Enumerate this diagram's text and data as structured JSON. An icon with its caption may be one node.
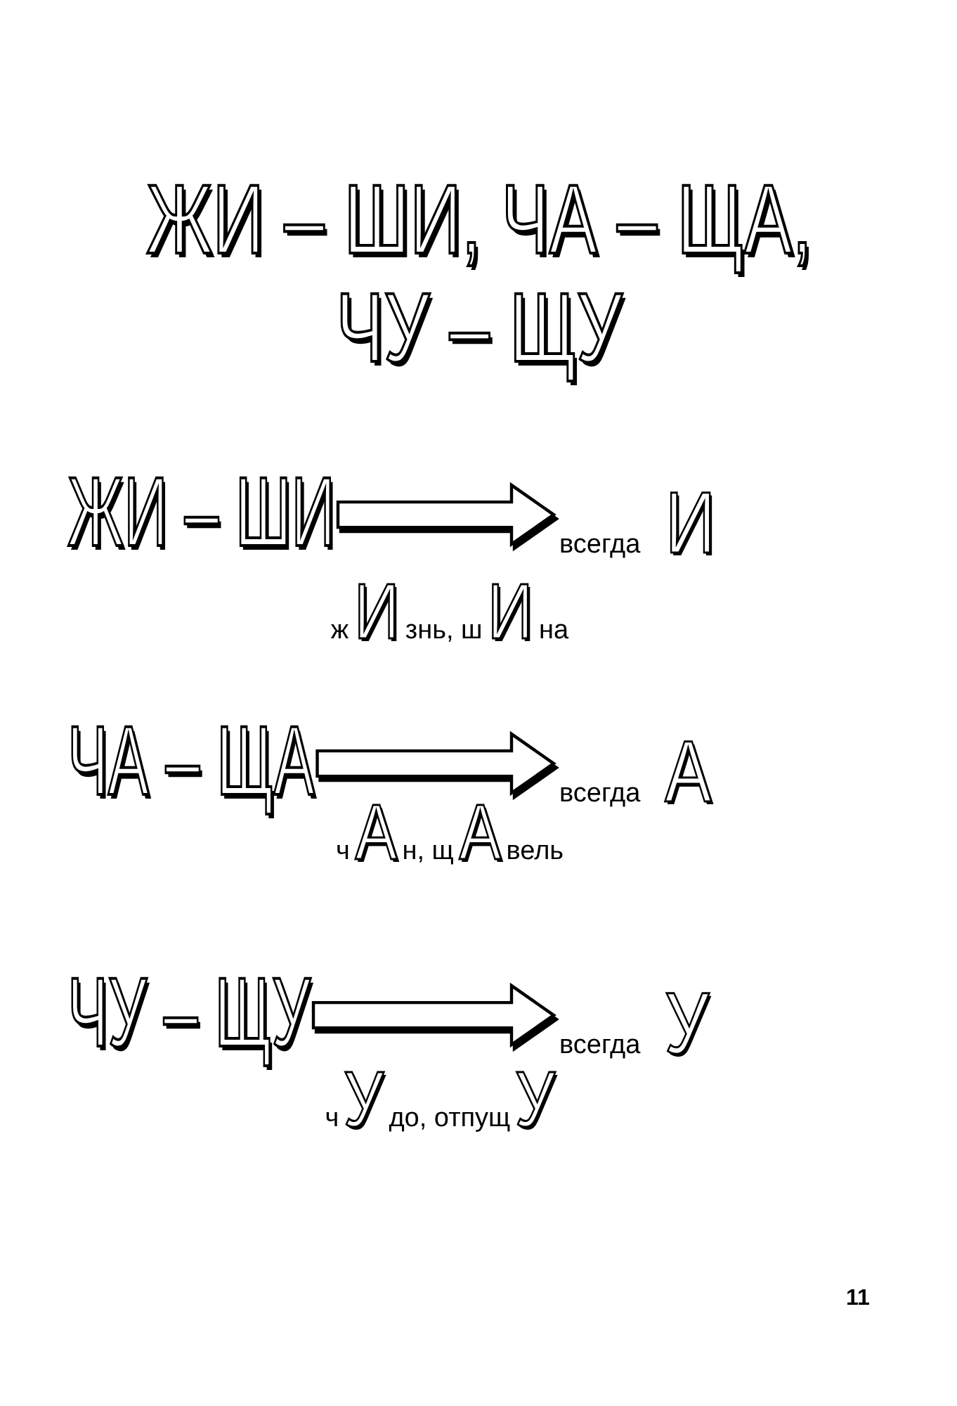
{
  "diagram": {
    "title": "ЖИ – ШИ, ЧА – ЩА, ЧУ – ЩУ",
    "nodes": [
      {
        "text": [
          "ЖИ – ШИ"
        ]
      },
      {
        "text": [
          "всегда **И**"
        ]
      },
      {
        "text": [
          "ЧА – ЩА"
        ]
      },
      {
        "text": [
          "всегда **А**"
        ]
      },
      {
        "text": [
          "ЧУ – ЩУ"
        ]
      },
      {
        "text": [
          "всегда **У**"
        ]
      }
    ],
    "edges": [
      {
        "from": 0,
        "to": 1,
        "arrow": "to"
      },
      {
        "from": 2,
        "to": 3,
        "arrow": "to"
      },
      {
        "from": 4,
        "to": 5,
        "arrow": "to"
      }
    ],
    "labels": [
      "ж**И**знь, ш**И**на",
      "ч**А**н, щ**А**вель",
      "ч**У**до, отпущ**У**",
      "11"
    ]
  }
}
